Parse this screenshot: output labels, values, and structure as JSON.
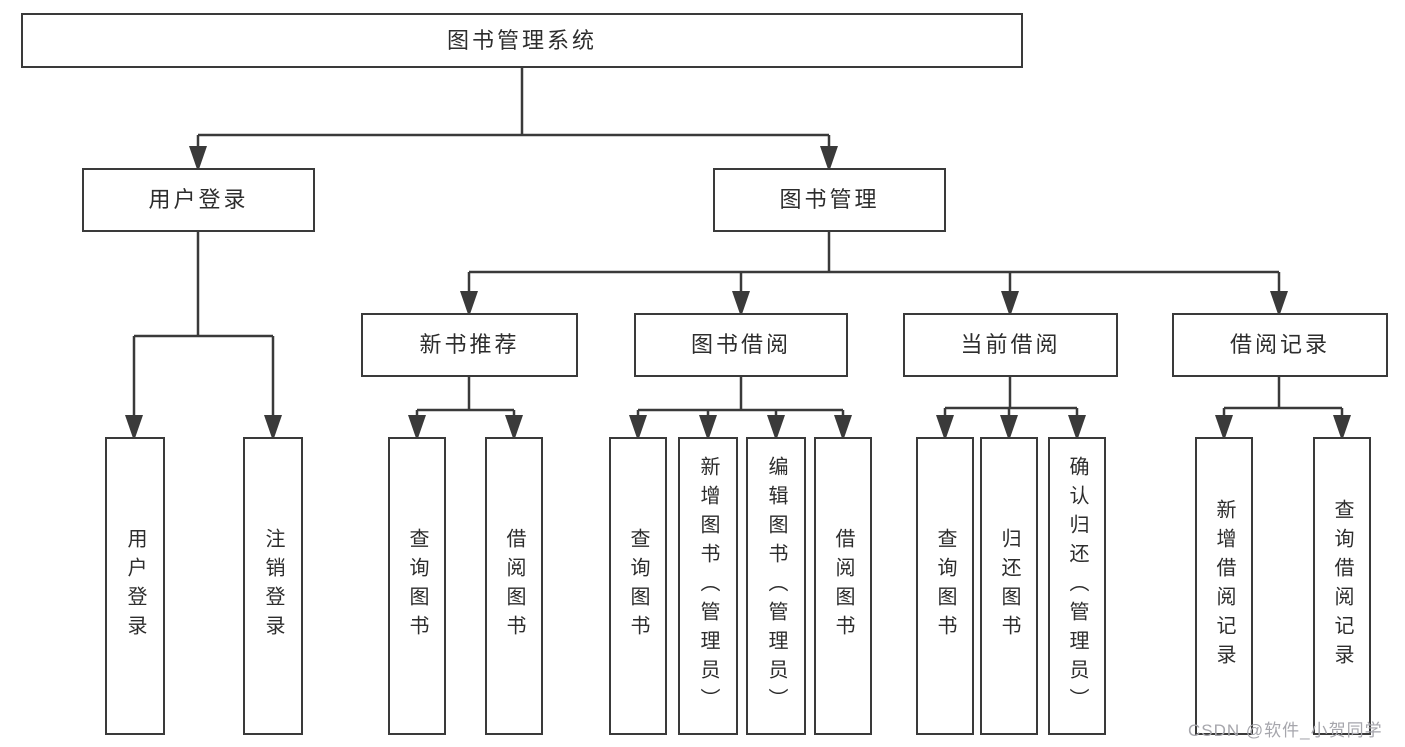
{
  "diagram_type": "hierarchy-tree",
  "watermark": "CSDN @软件_小贺同学",
  "colors": {
    "line": "#3a3a3a",
    "box_border": "#3a3a3a",
    "text": "#2d2d2d",
    "watermark": "#a6a6ac",
    "background": "#ffffff"
  },
  "tree": {
    "label": "图书管理系统",
    "children": [
      {
        "label": "用户登录",
        "children": [
          {
            "label": "用户登录"
          },
          {
            "label": "注销登录"
          }
        ]
      },
      {
        "label": "图书管理",
        "children": [
          {
            "label": "新书推荐",
            "children": [
              {
                "label": "查询图书"
              },
              {
                "label": "借阅图书"
              }
            ]
          },
          {
            "label": "图书借阅",
            "children": [
              {
                "label": "查询图书"
              },
              {
                "label": "新增图书（管理员）"
              },
              {
                "label": "编辑图书（管理员）"
              },
              {
                "label": "借阅图书"
              }
            ]
          },
          {
            "label": "当前借阅",
            "children": [
              {
                "label": "查询图书"
              },
              {
                "label": "归还图书"
              },
              {
                "label": "确认归还（管理员）"
              }
            ]
          },
          {
            "label": "借阅记录",
            "children": [
              {
                "label": "新增借阅记录"
              },
              {
                "label": "查询借阅记录"
              }
            ]
          }
        ]
      }
    ]
  }
}
